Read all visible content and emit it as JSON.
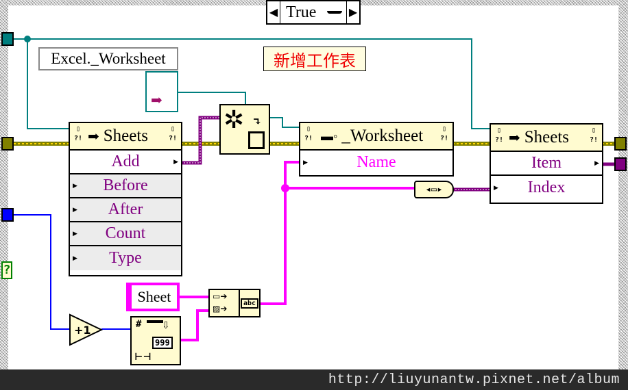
{
  "case_selector": {
    "value": "True",
    "prev_icon": "left-arrow",
    "next_icon": "right-arrow",
    "dropdown_icon": "dropdown"
  },
  "constants": {
    "class_name": "Excel._Worksheet",
    "sheet_name": "Sheet"
  },
  "comment_label": "新增工作表",
  "nodes": {
    "sheets_invoke": {
      "title": "Sheets",
      "rows": [
        {
          "label": "Add",
          "type": "output"
        },
        {
          "label": "Before",
          "type": "input"
        },
        {
          "label": "After",
          "type": "input"
        },
        {
          "label": "Count",
          "type": "input"
        },
        {
          "label": "Type",
          "type": "input"
        }
      ]
    },
    "worksheet_property": {
      "title": "_Worksheet",
      "rows": [
        {
          "label": "Name",
          "type": "input"
        }
      ]
    },
    "sheets_property": {
      "title": "Sheets",
      "rows": [
        {
          "label": "Item",
          "type": "output"
        },
        {
          "label": "Index",
          "type": "input"
        }
      ]
    }
  },
  "increment": {
    "label": "+1"
  },
  "format_number": {
    "hash": "#",
    "digits": "999"
  },
  "watermark": "http://liuyunantw.pixnet.net/album",
  "colors": {
    "refnum_wire": "#007f7f",
    "error_wire": "#808000",
    "string_wire": "#ff00ff",
    "variant_wire": "#800080",
    "numeric_wire": "#0000ff",
    "node_header": "#fffbd0",
    "comment_text": "#ee0000"
  }
}
